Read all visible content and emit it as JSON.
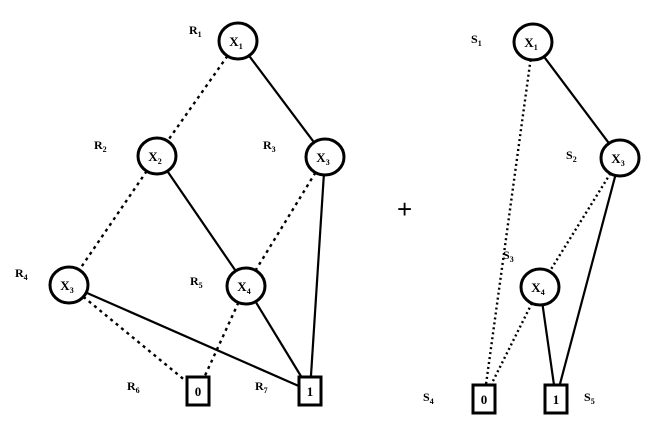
{
  "operator": "+",
  "diagrams": [
    {
      "id": "R",
      "nodes": [
        {
          "id": "r1",
          "var": "X",
          "sub": "1",
          "type": "decision",
          "label": "R",
          "label_sub": "1"
        },
        {
          "id": "r2",
          "var": "X",
          "sub": "2",
          "type": "decision",
          "label": "R",
          "label_sub": "2"
        },
        {
          "id": "r3",
          "var": "X",
          "sub": "3",
          "type": "decision",
          "label": "R",
          "label_sub": "3"
        },
        {
          "id": "r4",
          "var": "X",
          "sub": "3",
          "type": "decision",
          "label": "R",
          "label_sub": "4"
        },
        {
          "id": "r5",
          "var": "X",
          "sub": "4",
          "type": "decision",
          "label": "R",
          "label_sub": "5"
        },
        {
          "id": "r6",
          "var": "0",
          "sub": "",
          "type": "terminal",
          "label": "R",
          "label_sub": "6"
        },
        {
          "id": "r7",
          "var": "1",
          "sub": "",
          "type": "terminal",
          "label": "R",
          "label_sub": "7"
        }
      ],
      "edges": [
        {
          "from": "r1",
          "to": "r2",
          "style": "dashed"
        },
        {
          "from": "r1",
          "to": "r3",
          "style": "solid"
        },
        {
          "from": "r2",
          "to": "r4",
          "style": "dashed"
        },
        {
          "from": "r2",
          "to": "r5",
          "style": "solid"
        },
        {
          "from": "r3",
          "to": "r5",
          "style": "dashed"
        },
        {
          "from": "r3",
          "to": "r7",
          "style": "solid"
        },
        {
          "from": "r4",
          "to": "r6",
          "style": "dashed"
        },
        {
          "from": "r4",
          "to": "r7",
          "style": "solid"
        },
        {
          "from": "r5",
          "to": "r6",
          "style": "dashed"
        },
        {
          "from": "r5",
          "to": "r7",
          "style": "solid"
        }
      ]
    },
    {
      "id": "S",
      "nodes": [
        {
          "id": "s1",
          "var": "X",
          "sub": "1",
          "type": "decision",
          "label": "S",
          "label_sub": "1"
        },
        {
          "id": "s2",
          "var": "X",
          "sub": "3",
          "type": "decision",
          "label": "S",
          "label_sub": "2"
        },
        {
          "id": "s3",
          "var": "X",
          "sub": "4",
          "type": "decision",
          "label": "S",
          "label_sub": "3"
        },
        {
          "id": "s4",
          "var": "0",
          "sub": "",
          "type": "terminal",
          "label": "S",
          "label_sub": "4"
        },
        {
          "id": "s5",
          "var": "1",
          "sub": "",
          "type": "terminal",
          "label": "S",
          "label_sub": "5"
        }
      ],
      "edges": [
        {
          "from": "s1",
          "to": "s4",
          "style": "dotted"
        },
        {
          "from": "s1",
          "to": "s2",
          "style": "solid"
        },
        {
          "from": "s2",
          "to": "s3",
          "style": "dotted"
        },
        {
          "from": "s2",
          "to": "s5",
          "style": "solid"
        },
        {
          "from": "s3",
          "to": "s4",
          "style": "dotted"
        },
        {
          "from": "s3",
          "to": "s5",
          "style": "solid"
        }
      ]
    }
  ]
}
